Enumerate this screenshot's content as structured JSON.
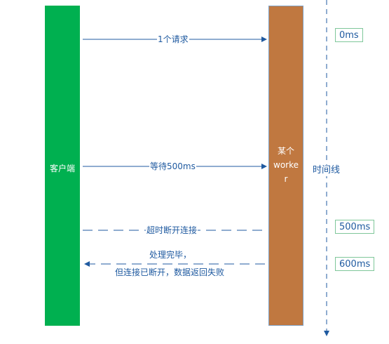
{
  "lanes": {
    "client": "客户端",
    "worker_lines": [
      "某个",
      "worke",
      "r"
    ]
  },
  "messages": {
    "request": "1个请求",
    "wait": "等待500ms",
    "timeout": "超时断开连接",
    "response_line1": "处理完毕，",
    "response_line2": "但连接已断开，数据返回失败"
  },
  "timeline": {
    "label": "时间线",
    "marks": [
      "0ms",
      "500ms",
      "600ms"
    ]
  },
  "colors": {
    "client": "#00b050",
    "worker": "#c07840",
    "arrow": "#1f5aa0",
    "time_box_border": "#7fc79a"
  }
}
